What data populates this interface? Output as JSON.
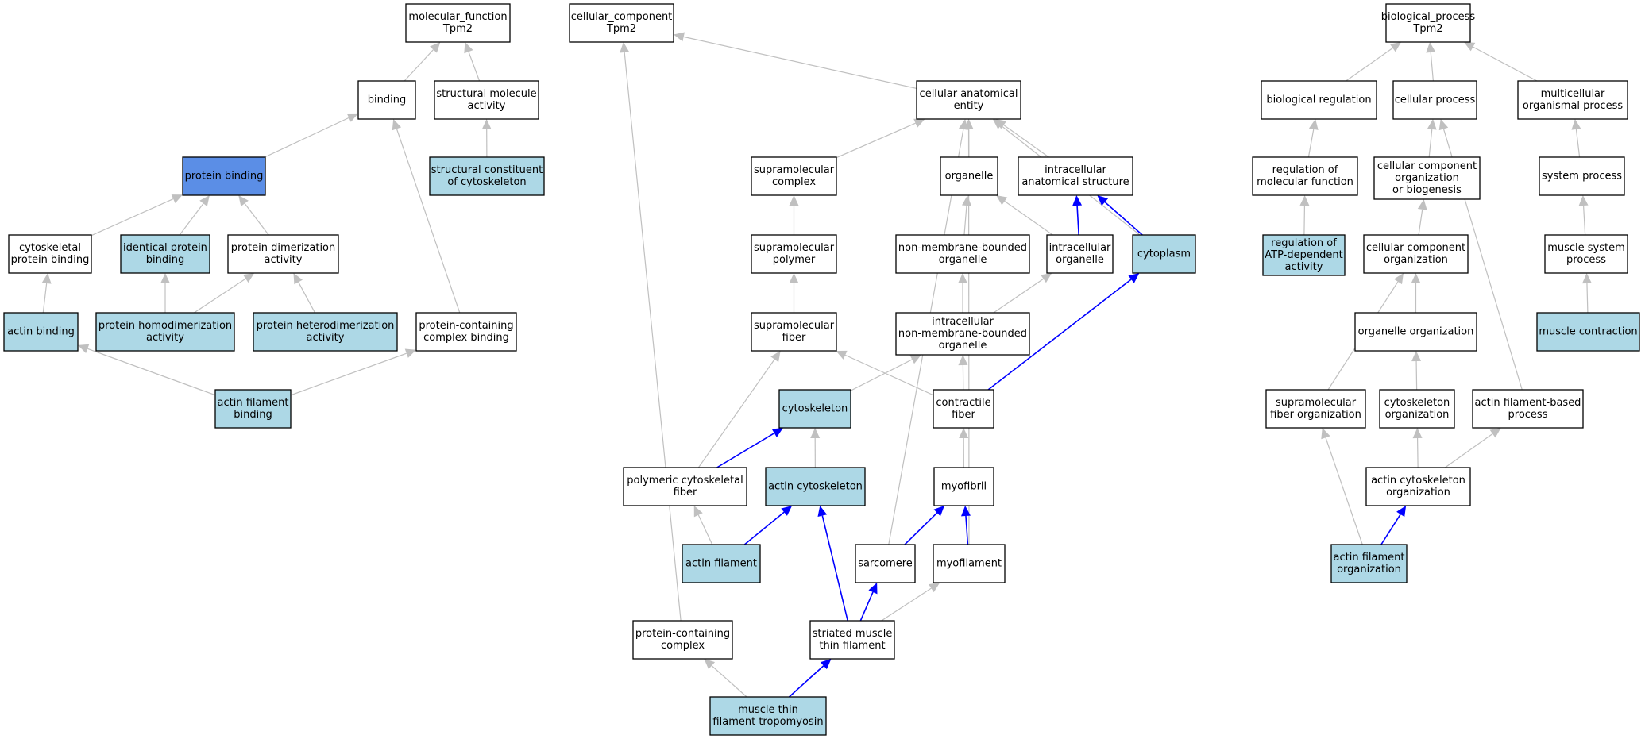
{
  "graph": {
    "nodes": [
      {
        "id": "mf",
        "lines": [
          "molecular_function",
          "Tpm2"
        ],
        "style": "white"
      },
      {
        "id": "binding",
        "lines": [
          "binding"
        ],
        "style": "white"
      },
      {
        "id": "sma",
        "lines": [
          "structural molecule",
          "activity"
        ],
        "style": "white"
      },
      {
        "id": "pb",
        "lines": [
          "protein binding"
        ],
        "style": "selected"
      },
      {
        "id": "scc",
        "lines": [
          "structural constituent",
          "of cytoskeleton"
        ],
        "style": "light"
      },
      {
        "id": "cpb",
        "lines": [
          "cytoskeletal",
          "protein binding"
        ],
        "style": "white"
      },
      {
        "id": "ipb",
        "lines": [
          "identical protein",
          "binding"
        ],
        "style": "light"
      },
      {
        "id": "pda",
        "lines": [
          "protein dimerization",
          "activity"
        ],
        "style": "white"
      },
      {
        "id": "ab",
        "lines": [
          "actin binding"
        ],
        "style": "light"
      },
      {
        "id": "phomo",
        "lines": [
          "protein homodimerization",
          "activity"
        ],
        "style": "light"
      },
      {
        "id": "phetero",
        "lines": [
          "protein heterodimerization",
          "activity"
        ],
        "style": "light"
      },
      {
        "id": "pccb",
        "lines": [
          "protein-containing",
          "complex binding"
        ],
        "style": "white"
      },
      {
        "id": "afb",
        "lines": [
          "actin filament",
          "binding"
        ],
        "style": "light"
      },
      {
        "id": "cc",
        "lines": [
          "cellular_component",
          "Tpm2"
        ],
        "style": "white"
      },
      {
        "id": "cae",
        "lines": [
          "cellular anatomical",
          "entity"
        ],
        "style": "white"
      },
      {
        "id": "smc",
        "lines": [
          "supramolecular",
          "complex"
        ],
        "style": "white"
      },
      {
        "id": "org",
        "lines": [
          "organelle"
        ],
        "style": "white"
      },
      {
        "id": "ias",
        "lines": [
          "intracellular",
          "anatomical structure"
        ],
        "style": "white"
      },
      {
        "id": "smp",
        "lines": [
          "supramolecular",
          "polymer"
        ],
        "style": "white"
      },
      {
        "id": "nmbo",
        "lines": [
          "non-membrane-bounded",
          "organelle"
        ],
        "style": "white"
      },
      {
        "id": "io",
        "lines": [
          "intracellular",
          "organelle"
        ],
        "style": "white"
      },
      {
        "id": "cyto",
        "lines": [
          "cytoplasm"
        ],
        "style": "light"
      },
      {
        "id": "smf",
        "lines": [
          "supramolecular",
          "fiber"
        ],
        "style": "white"
      },
      {
        "id": "inmbo",
        "lines": [
          "intracellular",
          "non-membrane-bounded",
          "organelle"
        ],
        "style": "white"
      },
      {
        "id": "csk",
        "lines": [
          "cytoskeleton"
        ],
        "style": "light"
      },
      {
        "id": "cf",
        "lines": [
          "contractile",
          "fiber"
        ],
        "style": "white"
      },
      {
        "id": "pcf",
        "lines": [
          "polymeric cytoskeletal",
          "fiber"
        ],
        "style": "white"
      },
      {
        "id": "acsk",
        "lines": [
          "actin cytoskeleton"
        ],
        "style": "light"
      },
      {
        "id": "mfb",
        "lines": [
          "myofibril"
        ],
        "style": "white"
      },
      {
        "id": "af",
        "lines": [
          "actin filament"
        ],
        "style": "light"
      },
      {
        "id": "sarc",
        "lines": [
          "sarcomere"
        ],
        "style": "white"
      },
      {
        "id": "myof",
        "lines": [
          "myofilament"
        ],
        "style": "white"
      },
      {
        "id": "pcc",
        "lines": [
          "protein-containing",
          "complex"
        ],
        "style": "white"
      },
      {
        "id": "smtf",
        "lines": [
          "striated muscle",
          "thin filament"
        ],
        "style": "white"
      },
      {
        "id": "mtft",
        "lines": [
          "muscle thin",
          "filament tropomyosin"
        ],
        "style": "light"
      },
      {
        "id": "bp",
        "lines": [
          "biological_process",
          "Tpm2"
        ],
        "style": "white"
      },
      {
        "id": "breg",
        "lines": [
          "biological regulation"
        ],
        "style": "white"
      },
      {
        "id": "cp",
        "lines": [
          "cellular process"
        ],
        "style": "white"
      },
      {
        "id": "mop",
        "lines": [
          "multicellular",
          "organismal process"
        ],
        "style": "white"
      },
      {
        "id": "rmf",
        "lines": [
          "regulation of",
          "molecular function"
        ],
        "style": "white"
      },
      {
        "id": "ccob",
        "lines": [
          "cellular component",
          "organization",
          "or biogenesis"
        ],
        "style": "white"
      },
      {
        "id": "sp",
        "lines": [
          "system process"
        ],
        "style": "white"
      },
      {
        "id": "ratp",
        "lines": [
          "regulation of",
          "ATP-dependent",
          "activity"
        ],
        "style": "light"
      },
      {
        "id": "cco",
        "lines": [
          "cellular component",
          "organization"
        ],
        "style": "white"
      },
      {
        "id": "msp",
        "lines": [
          "muscle system",
          "process"
        ],
        "style": "white"
      },
      {
        "id": "oo",
        "lines": [
          "organelle organization"
        ],
        "style": "white"
      },
      {
        "id": "mc",
        "lines": [
          "muscle contraction"
        ],
        "style": "light"
      },
      {
        "id": "sfo",
        "lines": [
          "supramolecular",
          "fiber organization"
        ],
        "style": "white"
      },
      {
        "id": "csko",
        "lines": [
          "cytoskeleton",
          "organization"
        ],
        "style": "white"
      },
      {
        "id": "afbp",
        "lines": [
          "actin filament-based",
          "process"
        ],
        "style": "white"
      },
      {
        "id": "acsko",
        "lines": [
          "actin cytoskeleton",
          "organization"
        ],
        "style": "white"
      },
      {
        "id": "afo",
        "lines": [
          "actin filament",
          "organization"
        ],
        "style": "light"
      }
    ],
    "edges": [
      {
        "from": "binding",
        "to": "mf",
        "kind": "is_a"
      },
      {
        "from": "sma",
        "to": "mf",
        "kind": "is_a"
      },
      {
        "from": "pb",
        "to": "binding",
        "kind": "is_a"
      },
      {
        "from": "scc",
        "to": "sma",
        "kind": "is_a"
      },
      {
        "from": "cpb",
        "to": "pb",
        "kind": "is_a"
      },
      {
        "from": "ipb",
        "to": "pb",
        "kind": "is_a"
      },
      {
        "from": "pda",
        "to": "pb",
        "kind": "is_a"
      },
      {
        "from": "ab",
        "to": "cpb",
        "kind": "is_a"
      },
      {
        "from": "phomo",
        "to": "ipb",
        "kind": "is_a"
      },
      {
        "from": "phomo",
        "to": "pda",
        "kind": "is_a"
      },
      {
        "from": "phetero",
        "to": "pda",
        "kind": "is_a"
      },
      {
        "from": "pccb",
        "to": "binding",
        "kind": "is_a"
      },
      {
        "from": "afb",
        "to": "ab",
        "kind": "is_a"
      },
      {
        "from": "afb",
        "to": "pccb",
        "kind": "is_a"
      },
      {
        "from": "cae",
        "to": "cc",
        "kind": "is_a"
      },
      {
        "from": "pcc",
        "to": "cc",
        "kind": "is_a"
      },
      {
        "from": "smc",
        "to": "cae",
        "kind": "is_a"
      },
      {
        "from": "org",
        "to": "cae",
        "kind": "is_a"
      },
      {
        "from": "ias",
        "to": "cae",
        "kind": "is_a"
      },
      {
        "from": "cyto",
        "to": "cae",
        "kind": "is_a"
      },
      {
        "from": "sarc",
        "to": "cae",
        "kind": "is_a"
      },
      {
        "from": "myof",
        "to": "cae",
        "kind": "is_a"
      },
      {
        "from": "smp",
        "to": "smc",
        "kind": "is_a"
      },
      {
        "from": "nmbo",
        "to": "org",
        "kind": "is_a"
      },
      {
        "from": "io",
        "to": "org",
        "kind": "is_a"
      },
      {
        "from": "io",
        "to": "ias",
        "kind": "part_of"
      },
      {
        "from": "cyto",
        "to": "ias",
        "kind": "part_of"
      },
      {
        "from": "smf",
        "to": "smp",
        "kind": "is_a"
      },
      {
        "from": "inmbo",
        "to": "nmbo",
        "kind": "is_a"
      },
      {
        "from": "inmbo",
        "to": "io",
        "kind": "is_a"
      },
      {
        "from": "csk",
        "to": "inmbo",
        "kind": "is_a"
      },
      {
        "from": "cf",
        "to": "inmbo",
        "kind": "is_a"
      },
      {
        "from": "cf",
        "to": "smf",
        "kind": "is_a"
      },
      {
        "from": "cf",
        "to": "cyto",
        "kind": "part_of"
      },
      {
        "from": "pcf",
        "to": "smf",
        "kind": "is_a"
      },
      {
        "from": "pcf",
        "to": "csk",
        "kind": "part_of"
      },
      {
        "from": "acsk",
        "to": "csk",
        "kind": "is_a"
      },
      {
        "from": "mfb",
        "to": "cf",
        "kind": "is_a"
      },
      {
        "from": "af",
        "to": "pcf",
        "kind": "is_a"
      },
      {
        "from": "af",
        "to": "acsk",
        "kind": "part_of"
      },
      {
        "from": "sarc",
        "to": "mfb",
        "kind": "part_of"
      },
      {
        "from": "myof",
        "to": "mfb",
        "kind": "part_of"
      },
      {
        "from": "smtf",
        "to": "sarc",
        "kind": "part_of"
      },
      {
        "from": "smtf",
        "to": "acsk",
        "kind": "part_of"
      },
      {
        "from": "smtf",
        "to": "myof",
        "kind": "is_a"
      },
      {
        "from": "mtft",
        "to": "pcc",
        "kind": "is_a"
      },
      {
        "from": "mtft",
        "to": "smtf",
        "kind": "part_of"
      },
      {
        "from": "breg",
        "to": "bp",
        "kind": "is_a"
      },
      {
        "from": "cp",
        "to": "bp",
        "kind": "is_a"
      },
      {
        "from": "mop",
        "to": "bp",
        "kind": "is_a"
      },
      {
        "from": "rmf",
        "to": "breg",
        "kind": "is_a"
      },
      {
        "from": "ccob",
        "to": "cp",
        "kind": "is_a"
      },
      {
        "from": "afbp",
        "to": "cp",
        "kind": "is_a"
      },
      {
        "from": "sp",
        "to": "mop",
        "kind": "is_a"
      },
      {
        "from": "ratp",
        "to": "rmf",
        "kind": "is_a"
      },
      {
        "from": "cco",
        "to": "ccob",
        "kind": "is_a"
      },
      {
        "from": "msp",
        "to": "sp",
        "kind": "is_a"
      },
      {
        "from": "mc",
        "to": "msp",
        "kind": "is_a"
      },
      {
        "from": "oo",
        "to": "cco",
        "kind": "is_a"
      },
      {
        "from": "sfo",
        "to": "cco",
        "kind": "is_a"
      },
      {
        "from": "csko",
        "to": "oo",
        "kind": "is_a"
      },
      {
        "from": "acsko",
        "to": "csko",
        "kind": "is_a"
      },
      {
        "from": "acsko",
        "to": "afbp",
        "kind": "is_a"
      },
      {
        "from": "afo",
        "to": "sfo",
        "kind": "is_a"
      },
      {
        "from": "afo",
        "to": "acsko",
        "kind": "part_of"
      }
    ]
  },
  "colors": {
    "white": "#ffffff",
    "light": "#add8e6",
    "selected": "#5b8ee6",
    "border": "#000000",
    "is_a_edge": "#c0c0c0",
    "part_of_edge": "#0000ff"
  }
}
